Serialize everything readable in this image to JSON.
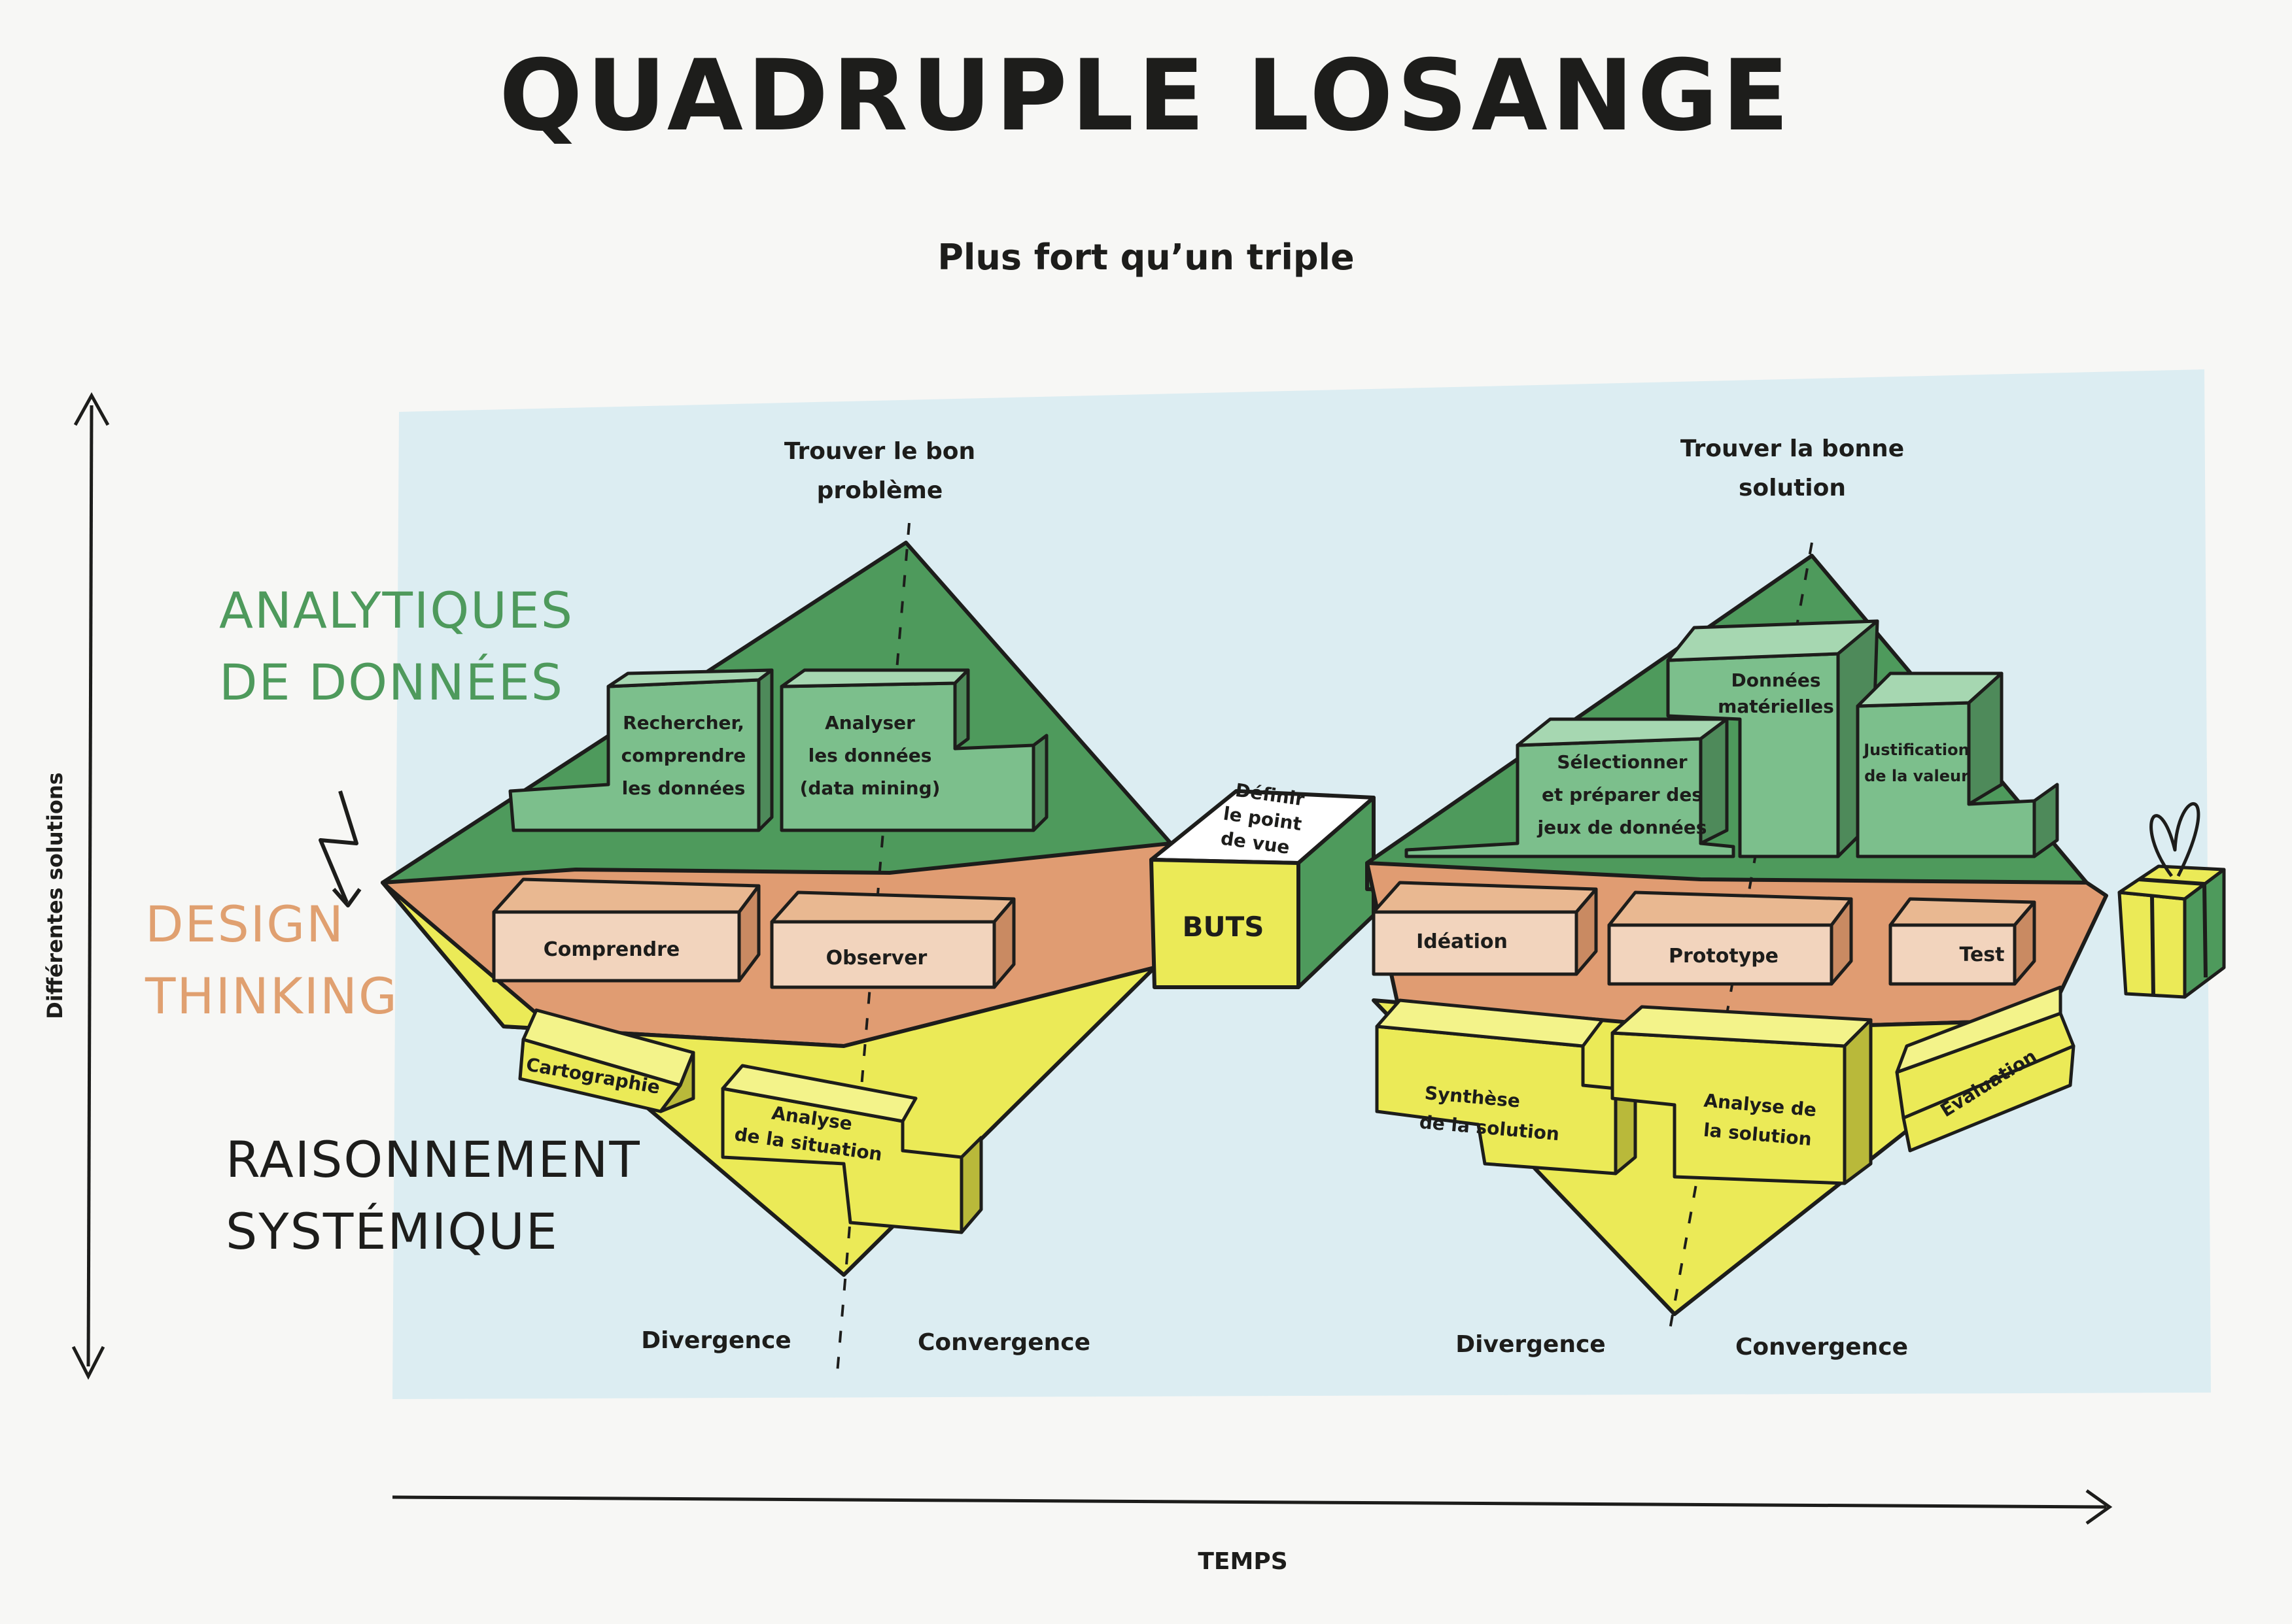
{
  "title": "QUADRUPLE LOSANGE",
  "subtitle": "Plus fort qu’un triple",
  "axes": {
    "y": "Différentes solutions",
    "x": "TEMPS"
  },
  "layers": {
    "analytics": "ANALYTIQUES DE DONNÉES",
    "design": "DESIGN THINKING",
    "systems": "RAISONNEMENT SYSTÉMIQUE"
  },
  "colors": {
    "background": "#dcedf2",
    "green": "#4e9a5c",
    "green_box": "#7cbf8c",
    "orange": "#e09c72",
    "box_light": "#f2d4bd",
    "yellow": "#ebea57",
    "analytics_text": "#4e9a5c",
    "design_text": "#e0a070"
  },
  "diamond1": {
    "top_label": "Trouver le bon problème",
    "analytics_boxes": [
      "Rechercher, comprendre les données",
      "Analyser les données (data mining)"
    ],
    "design_boxes": [
      "Comprendre",
      "Observer"
    ],
    "systems_boxes": [
      "Cartographie",
      "Analyse de la situation"
    ],
    "divergence": "Divergence",
    "convergence": "Convergence"
  },
  "middle": {
    "top": "Définir le point de vue",
    "front": "BUTS"
  },
  "diamond2": {
    "top_label": "Trouver la bonne solution",
    "analytics_boxes": [
      "Sélectionner et préparer des jeux de données",
      "Données matérielles",
      "Justification de la valeur"
    ],
    "design_boxes": [
      "Idéation",
      "Prototype",
      "Test"
    ],
    "systems_boxes": [
      "Synthèse de la solution",
      "Analyse de la solution",
      "Evaluation"
    ],
    "divergence": "Divergence",
    "convergence": "Convergence"
  },
  "icons": [
    "lightning-icon",
    "gift-icon"
  ]
}
